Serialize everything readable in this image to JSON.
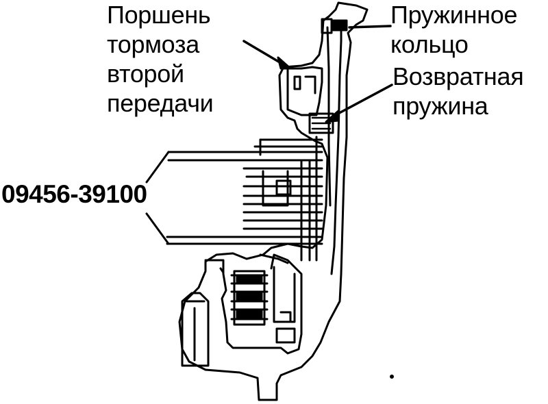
{
  "callouts": {
    "piston": {
      "lines": [
        "Поршень",
        "тормоза",
        "второй",
        "передачи"
      ]
    },
    "snap_ring": {
      "lines": [
        "Пружинное",
        "кольцо"
      ]
    },
    "return_spring": {
      "lines": [
        "Возвратная",
        "пружина"
      ]
    },
    "tool_code": "09456-39100"
  },
  "colors": {
    "ink": "#000000",
    "paper": "#ffffff"
  }
}
